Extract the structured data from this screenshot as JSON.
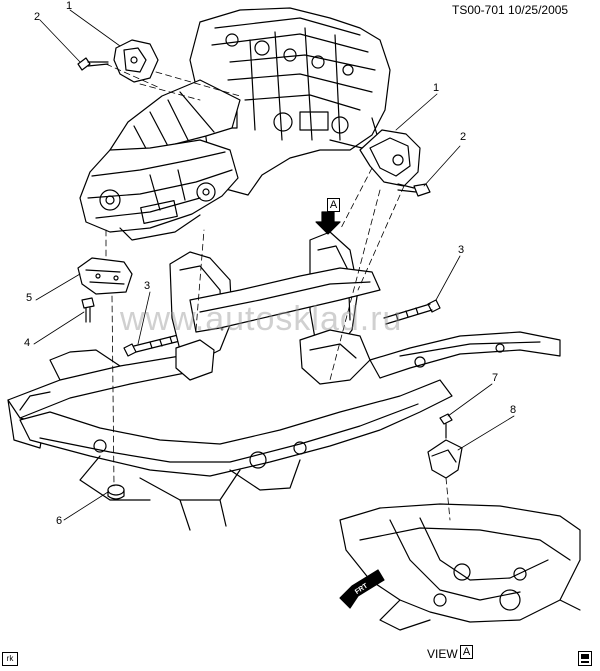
{
  "drawing_id": "TS00-701  10/25/2005",
  "watermark": "www.autosklad.ru",
  "view_label": "VIEW",
  "view_letter": "A",
  "view_marker_letter": "A",
  "corner_tag": "rk",
  "forward_arrow_text": "FRT",
  "callouts": [
    "1",
    "2",
    "1",
    "2",
    "3",
    "3",
    "5",
    "4",
    "7",
    "8",
    "6"
  ],
  "icons": [
    "view-arrow-icon",
    "front-arrow-icon",
    "note-icon"
  ]
}
